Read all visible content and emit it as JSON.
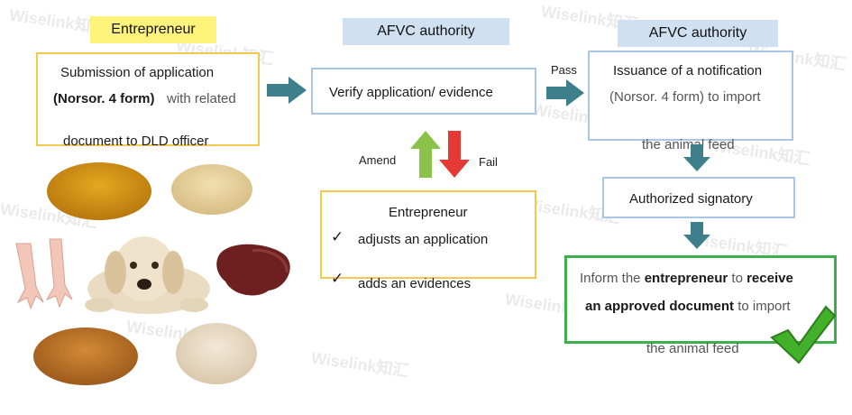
{
  "headers": {
    "entrepreneur": "Entrepreneur",
    "afvc_1": "AFVC authority",
    "afvc_2": "AFVC authority"
  },
  "submission": {
    "line1": "Submission of application",
    "line2_bold": "(Norsor. 4 form)",
    "line2_rest": "with related",
    "line3": "document to DLD officer"
  },
  "verify": {
    "label": "Verify application/ evidence"
  },
  "pass_label": "Pass",
  "amend_label": "Amend",
  "fail_label": "Fail",
  "notification": {
    "line1": "Issuance of a notification",
    "line2": "(Norsor. 4 form) to import",
    "line3": "the animal feed"
  },
  "signatory": {
    "label": "Authorized signatory"
  },
  "entrepreneur_box": {
    "title": "Entrepreneur",
    "items": [
      "adjusts an application",
      "adds an evidences"
    ]
  },
  "inform": {
    "p1": "Inform the",
    "p2_bold": "entrepreneur",
    "p3": "to",
    "p4_bold": "receive",
    "p5_bold": "an approved document",
    "p6": "to import",
    "p7": "the animal feed"
  },
  "watermark_text": "Wiselink知汇",
  "colors": {
    "header_yellow": "#fdf27a",
    "header_blue": "#cfe0f1",
    "arrow_teal": "#3f7f8c",
    "arrow_green": "#8bc34a",
    "arrow_red": "#e53935",
    "check_green": "#43b02a"
  },
  "icons": [
    "check-mark-icon",
    "big-green-checkmark-icon"
  ]
}
